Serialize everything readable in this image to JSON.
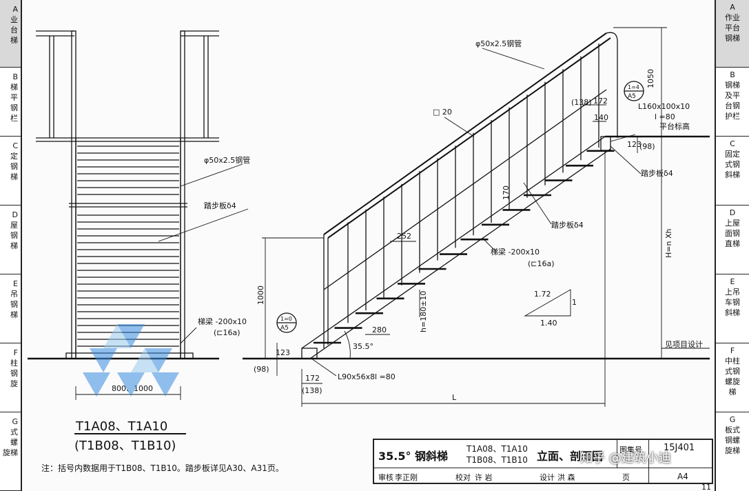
{
  "left_tabs": [
    {
      "text": "业\n台\n梯"
    },
    {
      "text": "梯\n平\n钢\n栏"
    },
    {
      "text": "定\n钢\n梯"
    },
    {
      "text": "屋\n钢\n梯"
    },
    {
      "text": "吊\n钢\n梯"
    },
    {
      "text": "柱\n钢\n旋"
    },
    {
      "text": "式\n螺\n旋梯"
    }
  ],
  "left_letters": [
    "A",
    "B",
    "C",
    "D",
    "E",
    "F",
    "G"
  ],
  "right_tabs": [
    {
      "letter": "A",
      "text": "作业\n平台\n钢梯"
    },
    {
      "letter": "B",
      "text": "钢梯\n及平\n台钢\n护栏"
    },
    {
      "letter": "C",
      "text": "固定\n式钢\n斜梯"
    },
    {
      "letter": "D",
      "text": "上屋\n面钢\n直梯"
    },
    {
      "letter": "E",
      "text": "上吊\n车钢\n斜梯"
    },
    {
      "letter": "F",
      "text": "中柱\n式钢\n螺旋\n梯"
    },
    {
      "letter": "G",
      "text": "板式\n钢螺\n旋梯"
    }
  ],
  "labels": {
    "pipe_left": "φ50x2.5钢管",
    "tread_left": "踏步板δ4",
    "stringer_left": "梯梁 -200x10",
    "stringer_left_alt": "(⊏16a)",
    "width_dim": "800、1000",
    "pipe_right": "φ50x2.5钢管",
    "square20": "□ 20",
    "dim138": "(138)",
    "dim172": "172",
    "angle_top": "L160x100x10",
    "l80_top": "l =80",
    "dim140": "140",
    "platform": "平台标高",
    "dim123_top": "123",
    "dim98_top": "(98)",
    "tread_top": "踏步板δ4",
    "dim1050": "1050",
    "tread_mid": "踏步板δ4",
    "stringer_right": "梯梁 -200x10",
    "stringer_right_alt": "(⊏16a)",
    "dim252": "252",
    "dim1000": "1000",
    "dim280": "280",
    "h_eq": "h=180±10",
    "dim_l170": "170",
    "slope_top": "1.72",
    "slope_side": "1",
    "slope_bottom": "1.40",
    "H_eq": "H=n Xh",
    "see_design": "见项目设计",
    "angle_deg": "35.5°",
    "dim123_bot": "123",
    "dim98_bot": "(98)",
    "dim172_bot": "172",
    "dim138_bot": "(138)",
    "angle_bot": "L90x56x8",
    "l80_bot": "l =80",
    "dim_L": "L",
    "det_top_num": "1=4",
    "det_top_sheet": "A5",
    "det_bot_num": "1=0",
    "det_bot_sheet": "A5"
  },
  "caption": {
    "main": "T1A08、T1A10",
    "alt": "(T1B08、T1B10)"
  },
  "note": "注：括号内数据用于T1B08、T1B10。踏步板详见A30、A31页。",
  "title_block": {
    "title": "35.5° 钢斜梯",
    "codes_line1": "T1A08、T1A10",
    "codes_line2": "T1B08、T1B10",
    "view": "立面、剖面图",
    "atlas_label": "图集号",
    "atlas_no": "15J401",
    "page_label": "页",
    "page_no": "A4",
    "review_label": "审核",
    "reviewer": "李正刚",
    "check_label": "校对",
    "checker": "许 岩",
    "design_label": "设计",
    "designer": "洪 森"
  },
  "page_number": "11",
  "watermark": "知乎 @建筑小迪"
}
